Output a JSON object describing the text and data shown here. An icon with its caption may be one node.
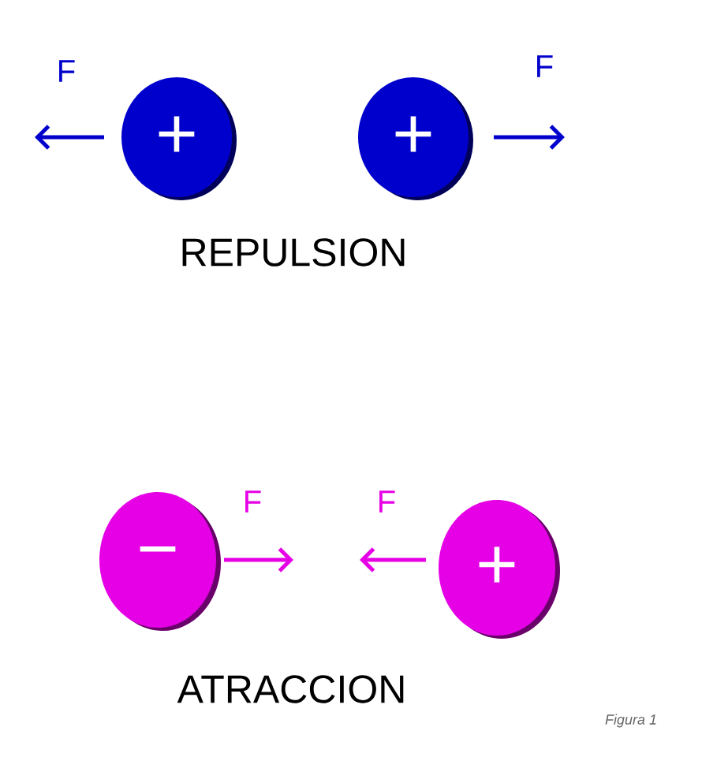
{
  "diagram": {
    "nodes": [
      {
        "text": [
          "+"
        ]
      },
      {
        "text": [
          "+"
        ]
      },
      {
        "text": [
          "−"
        ]
      },
      {
        "text": [
          "+"
        ]
      }
    ],
    "labels": [
      "F",
      "F",
      "REPULSION",
      "F",
      "F",
      "ATRACCION",
      "Figura 1"
    ]
  }
}
